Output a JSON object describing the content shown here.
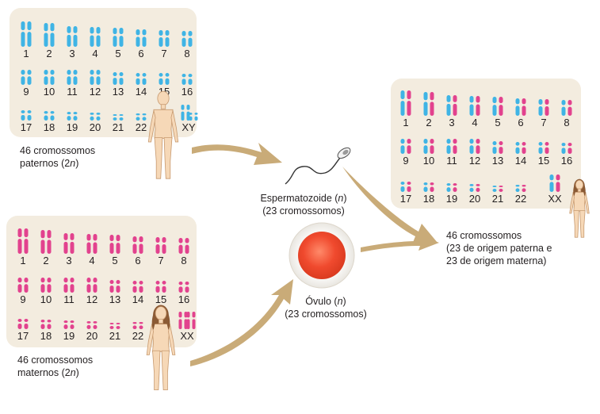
{
  "colors": {
    "panel": "#f3ecdf",
    "paternal": "#3fb4e5",
    "maternal": "#e2428e",
    "arrow": "#c9ab78",
    "skin": "#f6d8b7",
    "skin_stroke": "#c79a70",
    "hair_female": "#8b5a34",
    "ovum": "#f04a2e"
  },
  "paternal": {
    "numbers": [
      "1",
      "2",
      "3",
      "4",
      "5",
      "6",
      "7",
      "8",
      "9",
      "10",
      "11",
      "12",
      "13",
      "14",
      "15",
      "16",
      "17",
      "18",
      "19",
      "20",
      "21",
      "22",
      "XY"
    ],
    "caption_line1": "46 cromossomos",
    "caption_line2_text": "paternos (2",
    "caption_n": "n",
    "caption_close": ")"
  },
  "maternal": {
    "numbers": [
      "1",
      "2",
      "3",
      "4",
      "5",
      "6",
      "7",
      "8",
      "9",
      "10",
      "11",
      "12",
      "13",
      "14",
      "15",
      "16",
      "17",
      "18",
      "19",
      "20",
      "21",
      "22",
      "XX"
    ],
    "caption_line1": "46 cromossomos",
    "caption_line2_text": "maternos (2",
    "caption_n": "n",
    "caption_close": ")"
  },
  "child": {
    "numbers": [
      "1",
      "2",
      "3",
      "4",
      "5",
      "6",
      "7",
      "8",
      "9",
      "10",
      "11",
      "12",
      "13",
      "14",
      "15",
      "16",
      "17",
      "18",
      "19",
      "20",
      "21",
      "22",
      "XX"
    ],
    "caption_line1": "46 cromossomos",
    "caption_line2": "(23 de origem paterna e",
    "caption_line3": "23 de origem materna)"
  },
  "sperm": {
    "label_text": "Espermatozoide (",
    "label_n": "n",
    "label_close": ")",
    "count": "(23 cromossomos)"
  },
  "ovum": {
    "label_text": "Óvulo (",
    "label_n": "n",
    "label_close": ")",
    "count": "(23 cromossomos)"
  }
}
